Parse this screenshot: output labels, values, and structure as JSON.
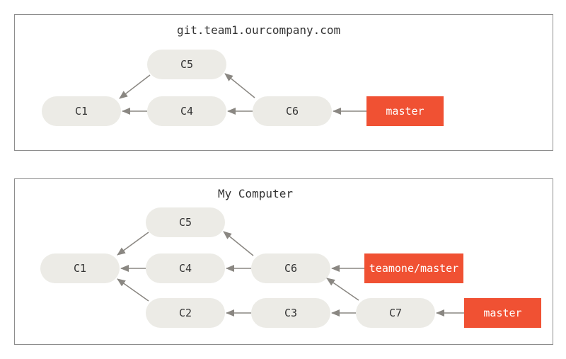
{
  "remote": {
    "title": "git.team1.ourcompany.com",
    "commits": {
      "c1": "C1",
      "c4": "C4",
      "c5": "C5",
      "c6": "C6"
    },
    "branch": "master"
  },
  "local": {
    "title": "My Computer",
    "commits": {
      "c1": "C1",
      "c2": "C2",
      "c3": "C3",
      "c4": "C4",
      "c5": "C5",
      "c6": "C6",
      "c7": "C7"
    },
    "remote_branch": "teamone/master",
    "branch": "master"
  },
  "colors": {
    "commit_fill": "#ecebe6",
    "branch_fill": "#f05133",
    "arrow": "#8a8782",
    "frame_border": "#8d8d8d"
  }
}
